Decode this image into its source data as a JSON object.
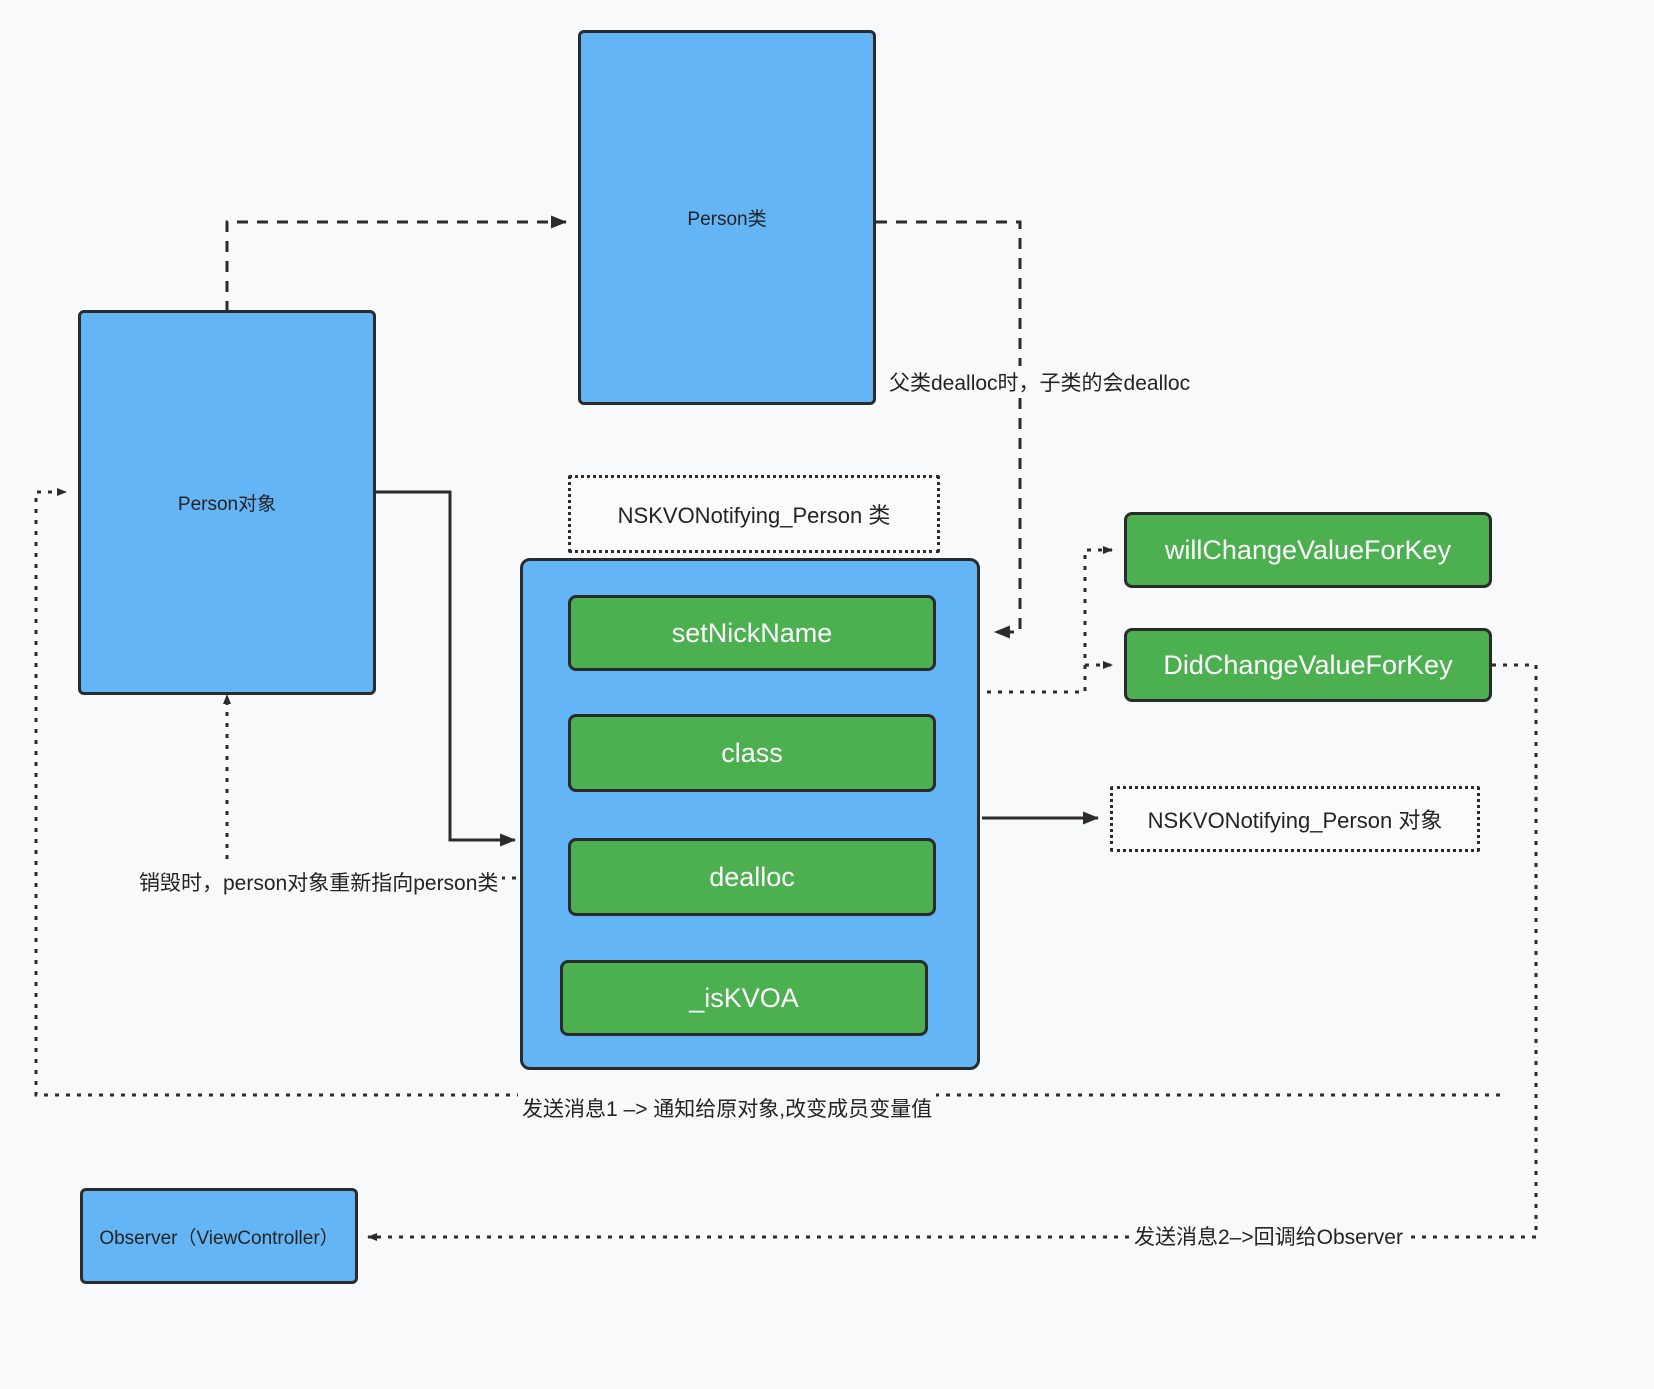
{
  "diagram": {
    "title": "KVO isa-swizzling diagram",
    "colors": {
      "blue": "#64b5f6",
      "green": "#4caf50",
      "stroke": "#2b2b2b",
      "background": "#f8f9fa",
      "white_text": "#ffffff"
    }
  },
  "nodes": {
    "person_class": {
      "label": "Person类"
    },
    "person_object": {
      "label": "Person对象"
    },
    "kvo_class_note": {
      "label": "NSKVONotifying_Person 类"
    },
    "kvo_object_note": {
      "label": "NSKVONotifying_Person 对象"
    },
    "kvo_container": {
      "label": ""
    },
    "method_set_nick_name": {
      "label": "setNickName"
    },
    "method_class": {
      "label": "class"
    },
    "method_dealloc": {
      "label": "dealloc"
    },
    "method_is_kvoa": {
      "label": "_isKVOA"
    },
    "will_change": {
      "label": "willChangeValueForKey"
    },
    "did_change": {
      "label": "DidChangeValueForKey"
    },
    "observer": {
      "label": "Observer（ViewController）"
    }
  },
  "edge_labels": {
    "parent_dealloc": "父类dealloc时，子类的会dealloc",
    "destroy_repoint": "销毁时，person对象重新指向person类",
    "message_1": "发送消息1 –> 通知给原对象,改变成员变量值",
    "message_2": "发送消息2–>回调给Observer"
  }
}
